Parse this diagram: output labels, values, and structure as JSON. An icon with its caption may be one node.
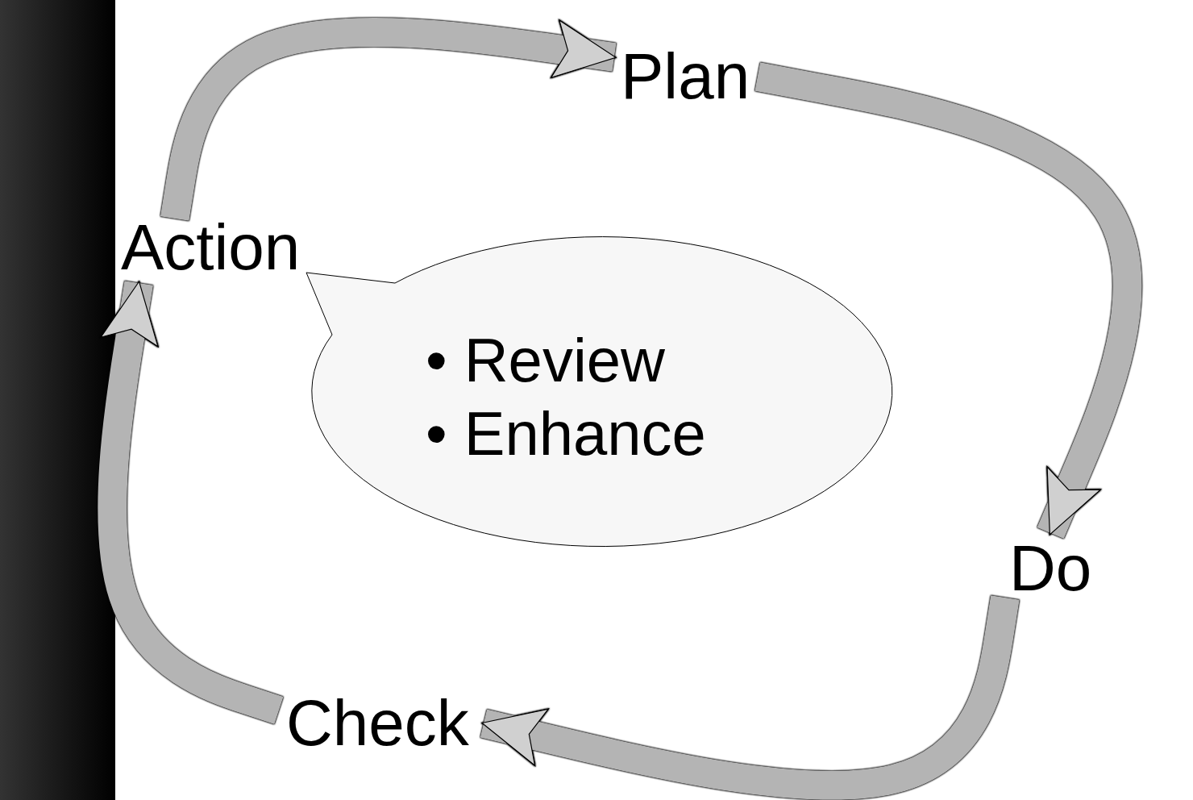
{
  "diagram": {
    "nodes": [
      {
        "text": [
          "Plan"
        ]
      },
      {
        "text": [
          "Action"
        ]
      },
      {
        "text": [
          "• Review",
          "• Enhance"
        ]
      },
      {
        "text": [
          "Do"
        ]
      },
      {
        "text": [
          "Check"
        ]
      },
      {
        "text": [],
        "shape": "bar"
      }
    ],
    "edges": [
      {
        "from": 1,
        "to": 0,
        "arrow": "to"
      },
      {
        "from": 0,
        "to": 3,
        "arrow": "to"
      },
      {
        "from": 3,
        "to": 4,
        "arrow": "to"
      },
      {
        "from": 4,
        "to": 1,
        "arrow": "to"
      }
    ]
  }
}
